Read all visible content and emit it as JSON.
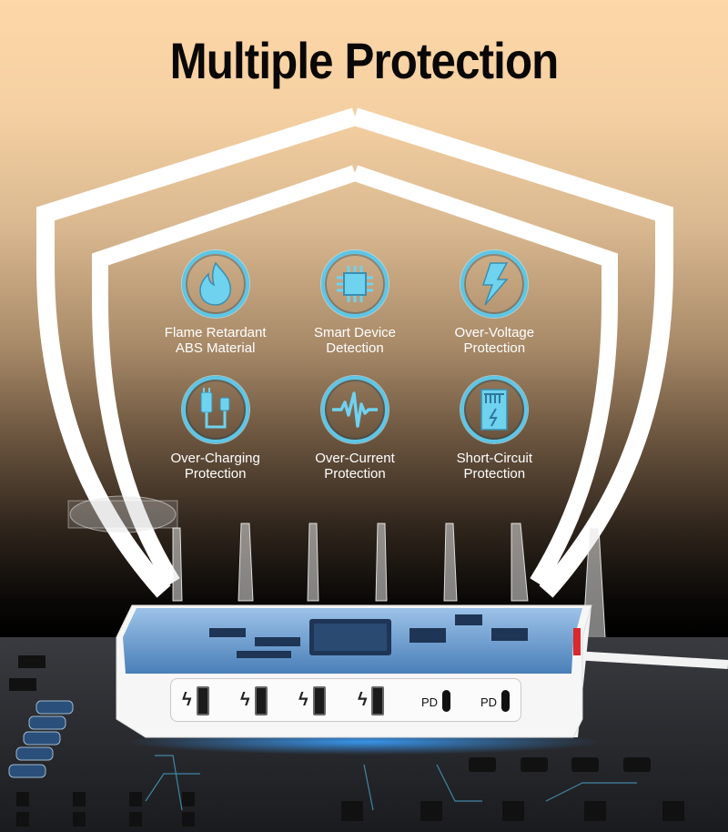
{
  "title": "Multiple Protection",
  "features": [
    {
      "icon": "flame-icon",
      "line1": "Flame Retardant",
      "line2": "ABS Material"
    },
    {
      "icon": "chip-icon",
      "line1": "Smart Device",
      "line2": "Detection"
    },
    {
      "icon": "lightning-bolt-icon",
      "line1": "Over-Voltage",
      "line2": "Protection"
    },
    {
      "icon": "charger-cable-icon",
      "line1": "Over-Charging",
      "line2": "Protection"
    },
    {
      "icon": "pulse-wave-icon",
      "line1": "Over-Current",
      "line2": "Protection"
    },
    {
      "icon": "battery-circuit-icon",
      "line1": "Short-Circuit",
      "line2": "Protection"
    }
  ],
  "ports": {
    "usb_a_count": 4,
    "usb_c_label_1": "PD",
    "usb_c_label_2": "PD",
    "bolt_symbol": "ϟ"
  },
  "colors": {
    "icon_accent": "#5ec6e6",
    "background_top": "#fdd7a7",
    "background_bottom": "#000000"
  }
}
